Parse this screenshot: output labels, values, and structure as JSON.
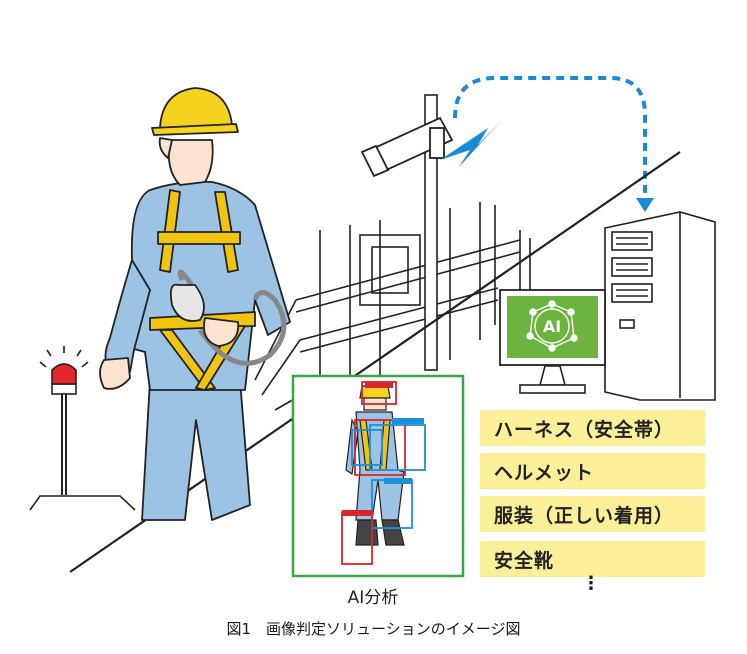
{
  "detection_items": [
    "ハーネス（安全帯）",
    "ヘルメット",
    "服装（正しい着用）",
    "安全靴"
  ],
  "ai_box_label": "AI分析",
  "ai_badge_text": "AI",
  "more_marker": "⋮",
  "caption": "図1　画像判定ソリューションのイメージ図",
  "colors": {
    "uniform": "#9cc3e4",
    "helmet": "#f5d31e",
    "harness": "#f1c40f",
    "tag_bg": "#fbef9a",
    "ai_box_border": "#3aa64c",
    "monitor_screen": "#6db33f",
    "signal": "#1a8ad4",
    "detect_red": "#d9262c",
    "detect_blue": "#1e90d6",
    "beacon": "#e3262b"
  },
  "icons": [
    "worker-illustration",
    "security-camera-icon",
    "lightning-bolt-icon",
    "warning-beacon-icon",
    "server-icon",
    "monitor-icon",
    "ai-brain-icon"
  ]
}
